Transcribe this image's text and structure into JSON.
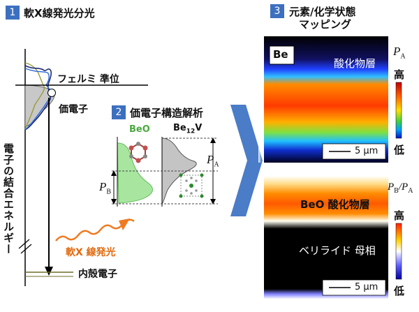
{
  "step1": {
    "number": "1",
    "title": "軟X線発光分光"
  },
  "step2": {
    "number": "2",
    "title": "価電子構造解析"
  },
  "step3": {
    "number": "3",
    "title_line1": "元素/化学状態",
    "title_line2": "マッピング"
  },
  "left_panel": {
    "axis_label": "電子の結合エネルギー",
    "fermi_label": "フェルミ 準位",
    "valence_label": "価電子",
    "core_label": "内殻電子",
    "emission_label": "軟X 線発光"
  },
  "middle_panel": {
    "beo_label": "BeO",
    "be12v_label": "Be",
    "be12v_sub": "12",
    "be12v_suffix": "V",
    "pa_label": "P",
    "pa_sub": "A",
    "pb_label": "P",
    "pb_sub": "B"
  },
  "map_top": {
    "be_label": "Be",
    "oxide_label": "酸化物層",
    "scale_label": "5 μm",
    "colorbar_title": "P",
    "colorbar_sub": "A",
    "high_label": "高",
    "low_label": "低"
  },
  "map_bottom": {
    "oxide_label": "BeO 酸化物層",
    "matrix_label": "ベリライド 母相",
    "scale_label": "5 μm",
    "colorbar_title": "P",
    "colorbar_sub1": "B",
    "colorbar_slash": "/P",
    "colorbar_sub2": "A",
    "high_label": "高",
    "low_label": "低"
  },
  "colors": {
    "accent_blue": "#3d6fbf",
    "emission_orange": "#f07a20",
    "beo_green": "#7ccf6a",
    "be12v_gray": "#9a9a9a"
  }
}
